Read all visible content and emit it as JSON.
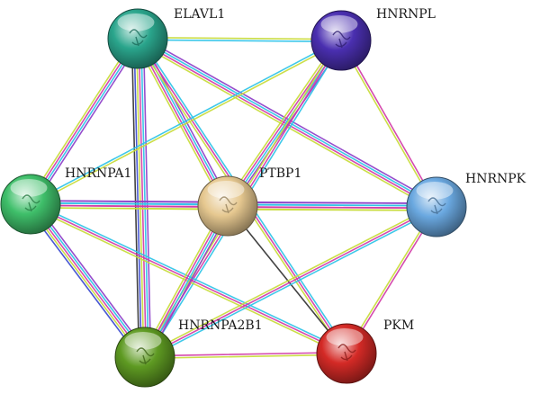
{
  "nodes": [
    {
      "id": "ELAVL1",
      "label": "ELAVL1",
      "color": "#2aa58c"
    },
    {
      "id": "HNRNPL",
      "label": "HNRNPL",
      "color": "#4a2fb0"
    },
    {
      "id": "HNRNPA1",
      "label": "HNRNPA1",
      "color": "#3fbf6a"
    },
    {
      "id": "PTBP1",
      "label": "PTBP1",
      "color": "#e6c890"
    },
    {
      "id": "HNRNPK",
      "label": "HNRNPK",
      "color": "#6aa8e0"
    },
    {
      "id": "HNRNPA2B1",
      "label": "HNRNPA2B1",
      "color": "#5e9a22"
    },
    {
      "id": "PKM",
      "label": "PKM",
      "color": "#d42a26"
    }
  ],
  "edges": [
    {
      "source": "ELAVL1",
      "target": "HNRNPA1",
      "evidence": [
        "purple",
        "cyan",
        "magenta",
        "yellow"
      ]
    },
    {
      "source": "ELAVL1",
      "target": "HNRNPA2B1",
      "evidence": [
        "purple",
        "cyan",
        "magenta",
        "yellow",
        "blue",
        "black"
      ]
    },
    {
      "source": "ELAVL1",
      "target": "HNRNPL",
      "evidence": [
        "yellow",
        "cyan"
      ]
    },
    {
      "source": "ELAVL1",
      "target": "PTBP1",
      "evidence": [
        "purple",
        "cyan",
        "magenta",
        "yellow"
      ]
    },
    {
      "source": "ELAVL1",
      "target": "HNRNPK",
      "evidence": [
        "purple",
        "cyan",
        "magenta",
        "yellow"
      ]
    },
    {
      "source": "ELAVL1",
      "target": "PKM",
      "evidence": [
        "cyan",
        "magenta",
        "yellow"
      ]
    },
    {
      "source": "HNRNPL",
      "target": "PTBP1",
      "evidence": [
        "purple",
        "cyan",
        "magenta",
        "yellow"
      ]
    },
    {
      "source": "HNRNPL",
      "target": "HNRNPA1",
      "evidence": [
        "yellow",
        "cyan"
      ]
    },
    {
      "source": "HNRNPL",
      "target": "HNRNPK",
      "evidence": [
        "magenta",
        "yellow"
      ]
    },
    {
      "source": "HNRNPL",
      "target": "HNRNPA2B1",
      "evidence": [
        "cyan",
        "magenta",
        "yellow"
      ]
    },
    {
      "source": "HNRNPA1",
      "target": "PTBP1",
      "evidence": [
        "purple",
        "cyan",
        "magenta",
        "yellow"
      ]
    },
    {
      "source": "HNRNPA1",
      "target": "HNRNPK",
      "evidence": [
        "purple",
        "cyan",
        "magenta",
        "yellow"
      ]
    },
    {
      "source": "HNRNPA1",
      "target": "HNRNPA2B1",
      "evidence": [
        "purple",
        "cyan",
        "magenta",
        "yellow",
        "blue"
      ]
    },
    {
      "source": "HNRNPA1",
      "target": "PKM",
      "evidence": [
        "cyan",
        "magenta",
        "yellow"
      ]
    },
    {
      "source": "PTBP1",
      "target": "HNRNPK",
      "evidence": [
        "purple",
        "cyan",
        "magenta",
        "yellow"
      ]
    },
    {
      "source": "PTBP1",
      "target": "HNRNPA2B1",
      "evidence": [
        "purple",
        "cyan",
        "magenta",
        "yellow"
      ]
    },
    {
      "source": "PTBP1",
      "target": "PKM",
      "evidence": [
        "black"
      ]
    },
    {
      "source": "HNRNPK",
      "target": "HNRNPA2B1",
      "evidence": [
        "cyan",
        "magenta",
        "yellow"
      ]
    },
    {
      "source": "HNRNPK",
      "target": "PKM",
      "evidence": [
        "magenta",
        "yellow"
      ]
    },
    {
      "source": "HNRNPA2B1",
      "target": "PKM",
      "evidence": [
        "magenta",
        "yellow"
      ]
    }
  ],
  "evidence_colors": {
    "purple": "#8e3fc8",
    "cyan": "#2ec4e8",
    "magenta": "#d23ca8",
    "yellow": "#c8dc3a",
    "blue": "#3a4ad0",
    "black": "#333333"
  }
}
